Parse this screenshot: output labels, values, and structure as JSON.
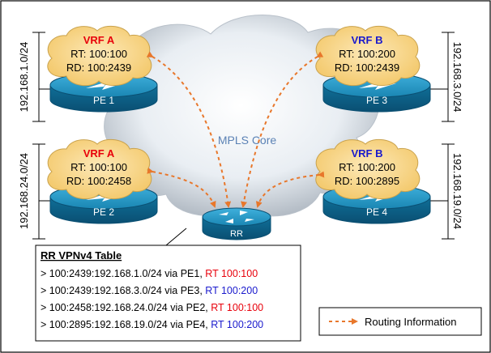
{
  "cloud_label": "MPLS Core",
  "routers": [
    {
      "id": "pe1",
      "label": "PE 1",
      "vrf": "VRF A",
      "rt": "RT: 100:100",
      "rd": "RD: 100:2439",
      "network": "192.168.1.0/24"
    },
    {
      "id": "pe3",
      "label": "PE 3",
      "vrf": "VRF B",
      "rt": "RT: 100:200",
      "rd": "RD: 100:2439",
      "network": "192.168.3.0/24"
    },
    {
      "id": "pe2",
      "label": "PE 2",
      "vrf": "VRF A",
      "rt": "RT: 100:100",
      "rd": "RD: 100:2458",
      "network": "192.168.24.0/24"
    },
    {
      "id": "pe4",
      "label": "PE 4",
      "vrf": "VRF B",
      "rt": "RT: 100:200",
      "rd": "RD: 100:2895",
      "network": "192.168.19.0/24"
    }
  ],
  "rr": {
    "label": "RR"
  },
  "table": {
    "title": "RR VPNv4 Table",
    "rows": [
      {
        "route": "> 100:2439:192.168.1.0/24 via PE1, ",
        "rt": "RT 100:100",
        "color": "#e8000b"
      },
      {
        "route": "> 100:2439:192.168.3.0/24 via PE3, ",
        "rt": "RT 100:200",
        "color": "#1a1acd"
      },
      {
        "route": "> 100:2458:192.168.24.0/24 via PE2, ",
        "rt": "RT 100:100",
        "color": "#e8000b"
      },
      {
        "route": "> 100:2895:192.168.19.0/24 via PE4, ",
        "rt": "RT 100:200",
        "color": "#1a1acd"
      }
    ]
  },
  "legend": {
    "label": "Routing Information"
  },
  "colors": {
    "vrf_a": "#e8000b",
    "vrf_b": "#1a1acd",
    "arrow": "#e8772b",
    "router": "#1b8bb8",
    "bubble": "#f7d58a"
  }
}
